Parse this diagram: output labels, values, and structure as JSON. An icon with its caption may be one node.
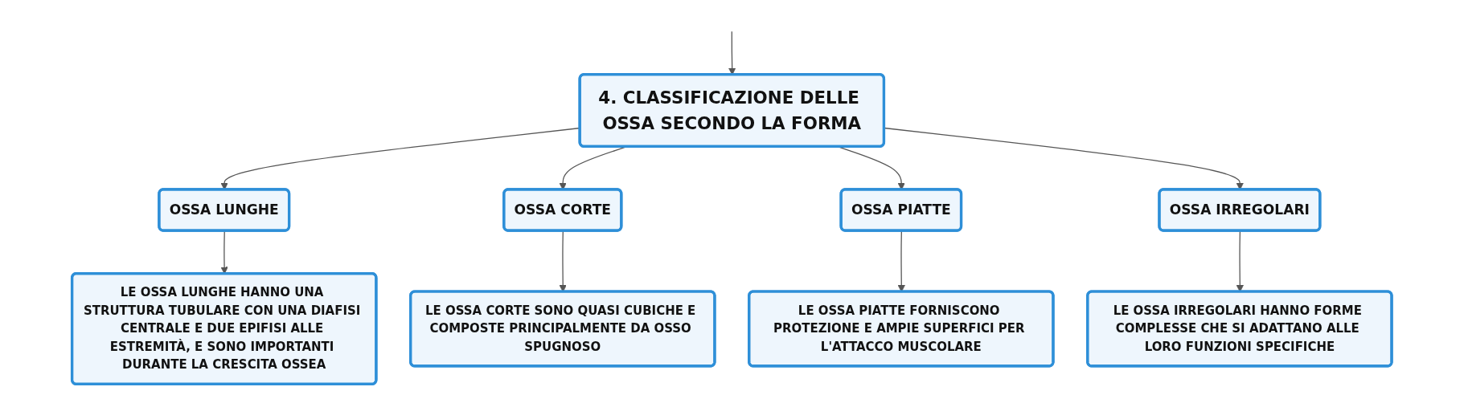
{
  "diagram": {
    "nodes": [
      {
        "text": [
          "4. CLASSIFICAZIONE DELLE OSSA SECONDO LA FORMA"
        ]
      },
      {
        "text": [
          "OSSA LUNGHE"
        ]
      },
      {
        "text": [
          "OSSA CORTE"
        ]
      },
      {
        "text": [
          "OSSA PIATTE"
        ]
      },
      {
        "text": [
          "OSSA IRREGOLARI"
        ]
      },
      {
        "text": [
          "LE OSSA LUNGHE HANNO UNA STRUTTURA TUBULARE CON UNA DIAFISI CENTRALE E DUE EPIFISI ALLE ESTREMITÀ, E SONO IMPORTANTI DURANTE LA CRESCITA OSSEA"
        ]
      },
      {
        "text": [
          "LE OSSA CORTE SONO QUASI CUBICHE E COMPOSTE PRINCIPALMENTE DA OSSO SPUGNOSO"
        ]
      },
      {
        "text": [
          "LE OSSA PIATTE FORNISCONO PROTEZIONE E AMPIE SUPERFICI PER L'ATTACCO MUSCOLARE"
        ]
      },
      {
        "text": [
          "LE OSSA IRREGOLARI HANNO FORME COMPLESSE CHE SI ADATTANO ALLE LORO FUNZIONI SPECIFICHE"
        ]
      }
    ],
    "edges": [
      {
        "from": null,
        "to": 0,
        "arrow": "to"
      },
      {
        "from": 0,
        "to": 1,
        "arrow": "to"
      },
      {
        "from": 0,
        "to": 2,
        "arrow": "to"
      },
      {
        "from": 0,
        "to": 3,
        "arrow": "to"
      },
      {
        "from": 0,
        "to": 4,
        "arrow": "to"
      },
      {
        "from": 1,
        "to": 5,
        "arrow": "to"
      },
      {
        "from": 2,
        "to": 6,
        "arrow": "to"
      },
      {
        "from": 3,
        "to": 7,
        "arrow": "to"
      },
      {
        "from": 4,
        "to": 8,
        "arrow": "to"
      }
    ]
  }
}
